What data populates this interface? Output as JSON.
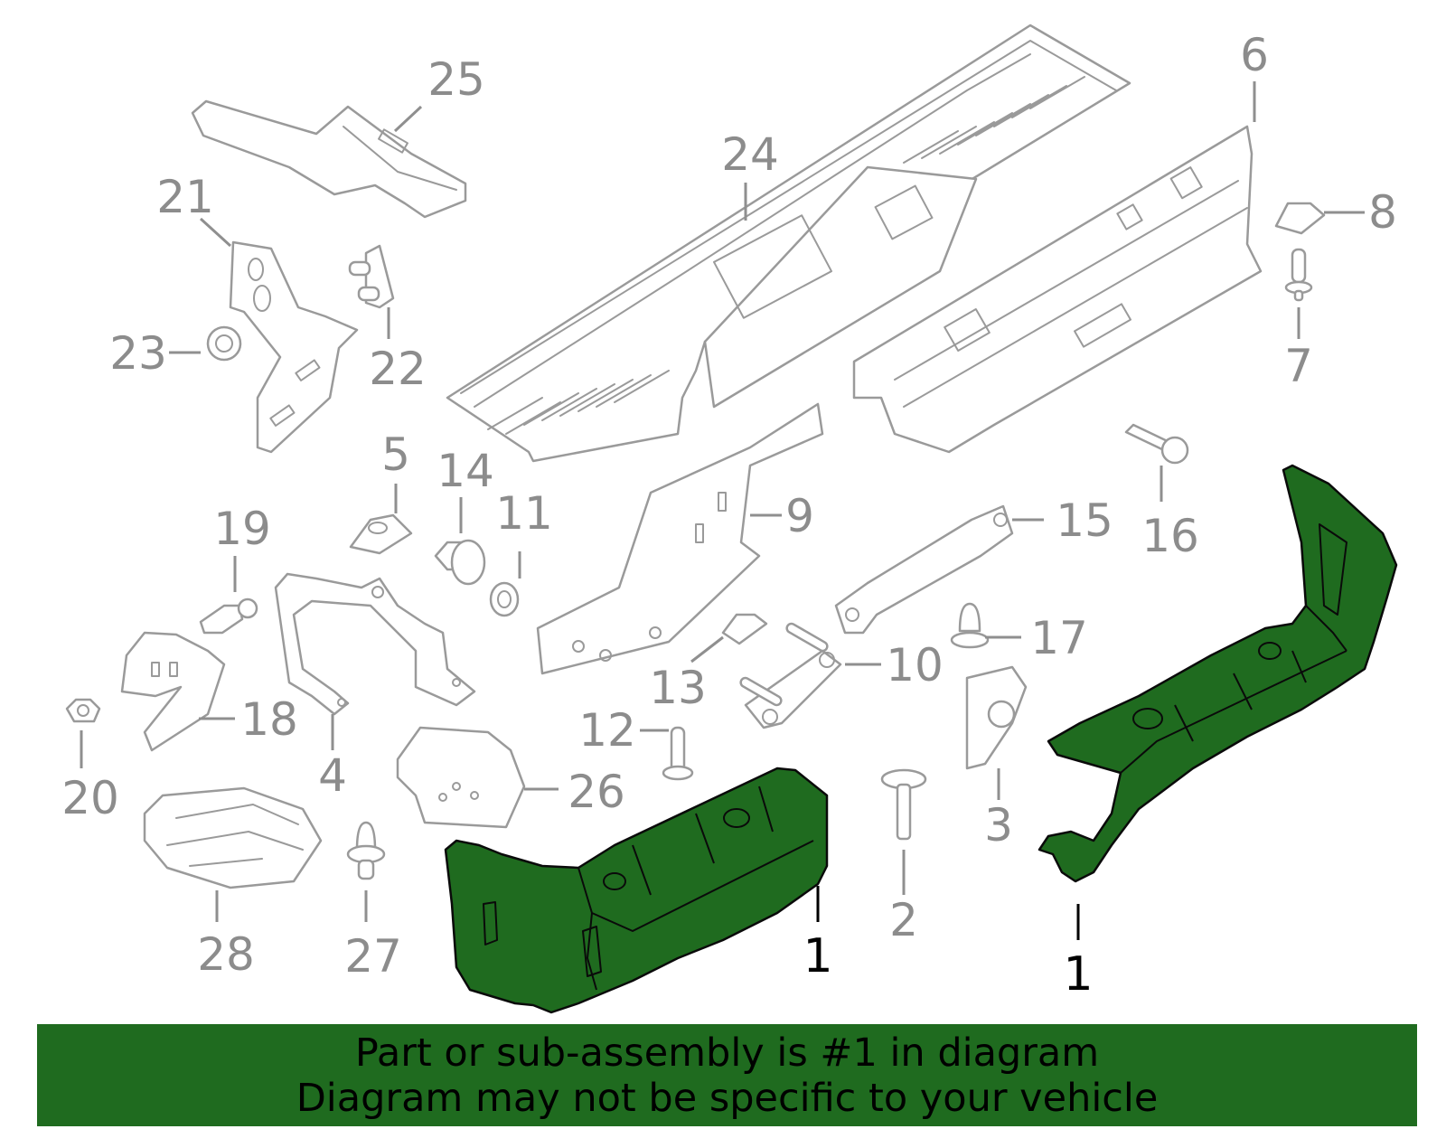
{
  "callouts": {
    "c1a": "1",
    "c1b": "1",
    "c2": "2",
    "c3": "3",
    "c4": "4",
    "c5": "5",
    "c6": "6",
    "c7": "7",
    "c8": "8",
    "c9": "9",
    "c10": "10",
    "c11": "11",
    "c12": "12",
    "c13": "13",
    "c14": "14",
    "c15": "15",
    "c16": "16",
    "c17": "17",
    "c18": "18",
    "c19": "19",
    "c20": "20",
    "c21": "21",
    "c22": "22",
    "c23": "23",
    "c24": "24",
    "c25": "25",
    "c26": "26",
    "c27": "27",
    "c28": "28"
  },
  "banner": {
    "line1": "Part or sub-assembly is #1 in diagram",
    "line2": "Diagram may not be specific to your vehicle"
  },
  "colors": {
    "highlight": "#1f6b1f",
    "part_outline": "#9a9a9a",
    "callout_text": "#8c8c8c",
    "banner_background": "#1f6b1f"
  }
}
